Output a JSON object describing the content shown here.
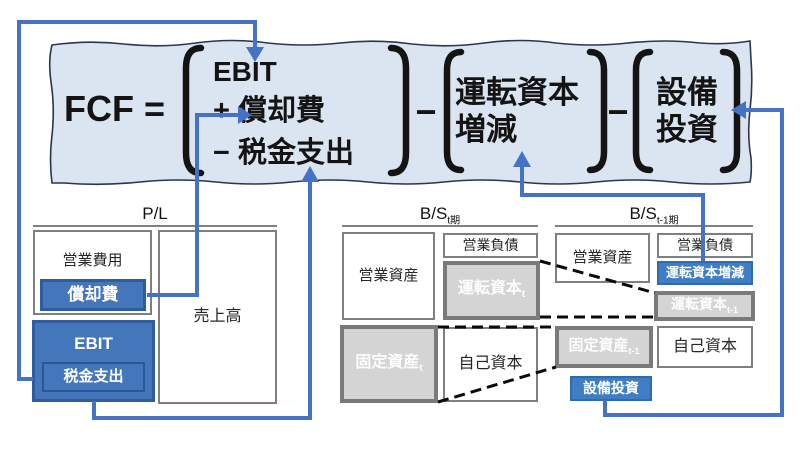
{
  "colors": {
    "accent_blue_fill": "#4376ba",
    "accent_blue_border": "#2e5c9e",
    "bright_blue_fill": "#3f7ec4",
    "bright_blue_border": "#2e6cae",
    "connector_blue": "#4472c4",
    "gray_box_fill": "#d4d4d4",
    "gray_box_border": "#7a7a7a",
    "white_box_border": "#7f7f7f",
    "formula_box_fill": "#dbe5f1",
    "formula_box_border": "#2a3550",
    "dashed_line": "#0a0a0a",
    "text_dark": "#1a1a1a"
  },
  "formula": {
    "lhs": "FCF =",
    "group1": {
      "line1": "EBIT",
      "line2": "+ 償却費",
      "line3": "− 税金支出"
    },
    "operator1": "−",
    "group2": {
      "line1": "運転資本",
      "line2": "増減"
    },
    "operator2": "−",
    "group3": {
      "line1": "設備",
      "line2": "投資"
    }
  },
  "pl": {
    "title": "P/L",
    "operating_expenses": "営業費用",
    "depreciation": "償却費",
    "ebit": "EBIT",
    "tax_payment": "税金支出",
    "sales": "売上高"
  },
  "bs_current": {
    "title": "B/S",
    "period_subscript": "t期",
    "operating_assets": "営業資産",
    "operating_liabilities": "営業負債",
    "working_capital": "運転資本",
    "working_capital_subscript": "t",
    "fixed_assets": "固定資産",
    "fixed_assets_subscript": "t",
    "equity": "自己資本"
  },
  "bs_prior": {
    "title": "B/S",
    "period_subscript": "t-1期",
    "operating_assets": "営業資産",
    "operating_liabilities": "営業負債",
    "working_capital_change": "運転資本増減",
    "working_capital": "運転資本",
    "working_capital_subscript": "t-1",
    "equity": "自己資本",
    "fixed_assets": "固定資産",
    "fixed_assets_subscript": "t-1",
    "capex": "設備投資"
  }
}
